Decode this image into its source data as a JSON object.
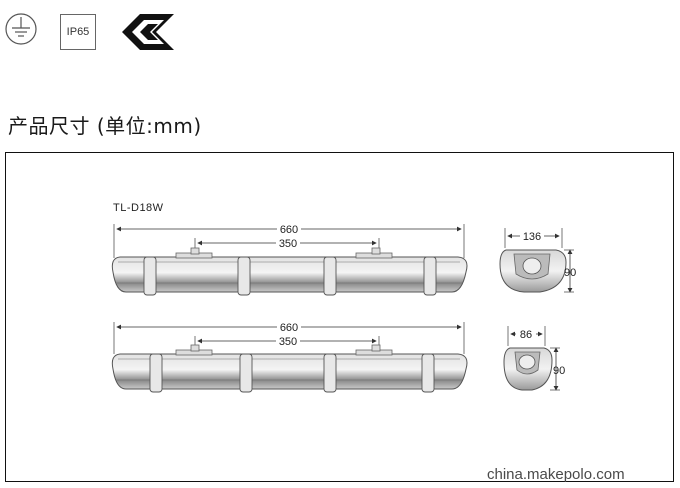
{
  "badges": {
    "ip_rating": "IP65",
    "icons": [
      "ground-icon",
      "enec-mark-icon"
    ]
  },
  "heading": "产品尺寸 (单位:mm)",
  "model": "TL-D18W",
  "views": {
    "top": {
      "length_label": "660",
      "mount_spacing_label": "350",
      "end_width_label": "136",
      "end_height_label": "90"
    },
    "bottom": {
      "length_label": "660",
      "mount_spacing_label": "350",
      "end_width_label": "86",
      "end_height_label": "90"
    }
  },
  "watermark": "china.makepolo.com"
}
